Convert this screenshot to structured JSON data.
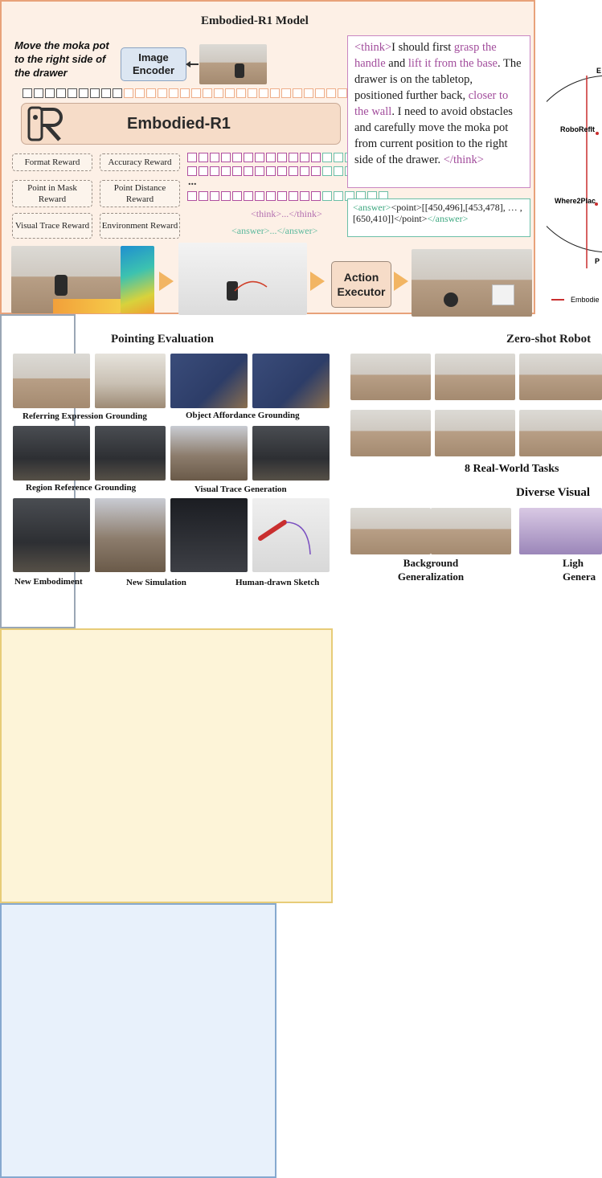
{
  "model": {
    "title": "Embodied-R1 Model",
    "instruction": "Move the moka pot to the right side of the drawer",
    "image_encoder": "Image Encoder",
    "model_name": "Embodied-R1",
    "rewards": [
      "Format Reward",
      "Accuracy Reward",
      "Point in Mask Reward",
      "Point Distance Reward",
      "Visual Trace Reward",
      "Environment Reward"
    ],
    "ellipsis": "...",
    "think_open_tag": "<think>",
    "think_segments": [
      {
        "text": "I should first ",
        "highlight": false
      },
      {
        "text": "grasp the handle",
        "highlight": true
      },
      {
        "text": " and ",
        "highlight": false
      },
      {
        "text": "lift it from the base",
        "highlight": true
      },
      {
        "text": ". The drawer is on the tabletop, positioned further back, ",
        "highlight": false
      },
      {
        "text": "closer to the wall",
        "highlight": true
      },
      {
        "text": ". I need to avoid obstacles and carefully move the moka pot from current position to the right side of the drawer. ",
        "highlight": false
      }
    ],
    "think_close_tag": "</think>",
    "think_label": "<think>...</think>",
    "answer_label": "<answer>...</answer>",
    "answer_open": "<answer>",
    "answer_point": "<point>[[450,496],[453,478], … ,[650,410]]</point>",
    "answer_close": "</answer>",
    "action_executor": "Action Executor"
  },
  "right_chart": {
    "labels": [
      "E",
      "RoboRefIt",
      "Where2Plac",
      "P"
    ],
    "legend": "Embodie"
  },
  "pointing": {
    "title": "Pointing Evaluation",
    "captions": [
      "Referring Expression Grounding",
      "Object Affordance Grounding",
      "Region Reference Grounding",
      "Visual Trace Generation",
      "New Embodiment",
      "New Simulation",
      "Human-drawn Sketch"
    ]
  },
  "zeroshot": {
    "title": "Zero-shot Robot",
    "tasks_label": "8 Real-World Tasks",
    "diverse_label": "Diverse Visual",
    "bg_label": "Background Generalization",
    "light_label": "Ligh Genera"
  }
}
